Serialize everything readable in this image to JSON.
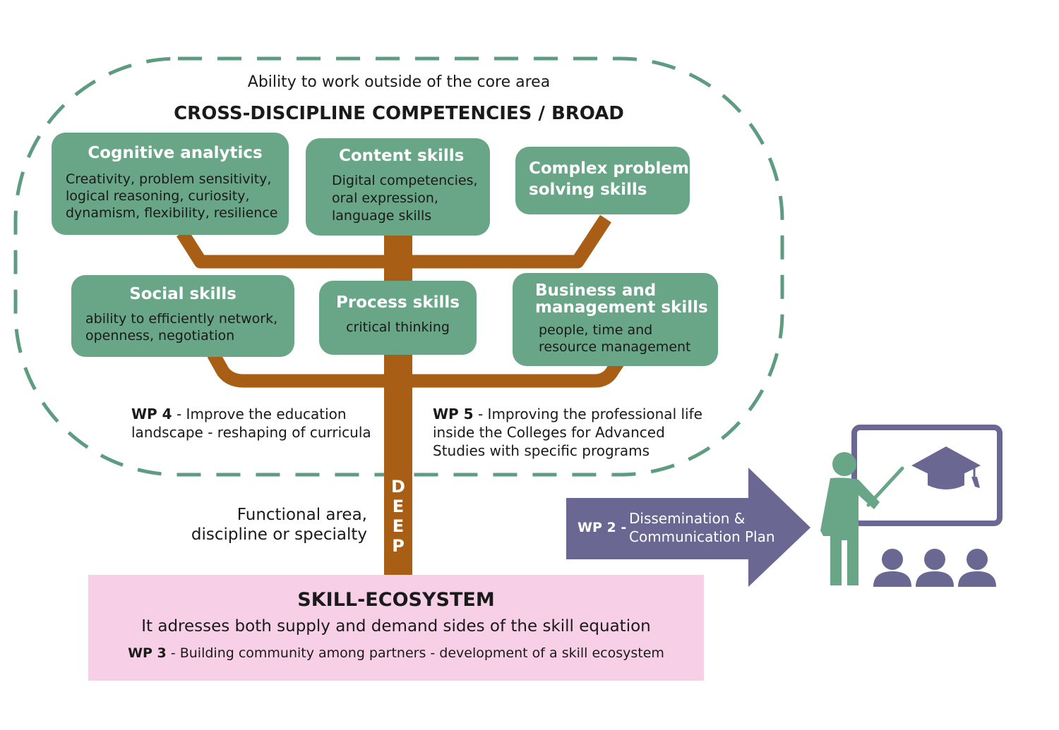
{
  "colors": {
    "box_green": "#68a687",
    "dash_green": "#5d9c80",
    "trunk_brown": "#a85e14",
    "ecosystem_pink": "#f7d0e8",
    "arrow_purple": "#6a6893",
    "figure_green": "#68a687"
  },
  "header": {
    "subtitle": "Ability to work outside of the core area",
    "title": "CROSS-DISCIPLINE COMPETENCIES / BROAD"
  },
  "boxes": {
    "cognitive": {
      "title": "Cognitive analytics",
      "desc": [
        "Creativity, problem sensitivity,",
        "logical reasoning, curiosity,",
        "dynamism, flexibility, resilience"
      ]
    },
    "content": {
      "title": "Content skills",
      "desc": [
        "Digital competencies,",
        "oral expression,",
        "language skills"
      ]
    },
    "complex": {
      "title_lines": [
        "Complex problem",
        "solving skills"
      ]
    },
    "social": {
      "title": "Social skills",
      "desc": [
        "ability to efficiently network,",
        "openness, negotiation"
      ]
    },
    "process": {
      "title": "Process skills",
      "desc": [
        "critical thinking"
      ]
    },
    "business": {
      "title_lines": [
        "Business and",
        "management skills"
      ],
      "desc": [
        "people, time and",
        "resource management"
      ]
    }
  },
  "wp4": {
    "label": "WP 4",
    "text_lines": [
      " - Improve the education",
      "landscape - reshaping of curricula"
    ]
  },
  "wp5": {
    "label": "WP 5",
    "text_lines": [
      " - Improving the professional life",
      "inside the Colleges for Advanced",
      "Studies with specific programs"
    ]
  },
  "deep_label": [
    "D",
    "E",
    "E",
    "P"
  ],
  "functional": [
    "Functional area,",
    "discipline or specialty"
  ],
  "wp2": {
    "label": "WP 2 -",
    "text_lines": [
      "Dissemination &",
      "Communication Plan"
    ]
  },
  "ecosystem": {
    "title": "SKILL-ECOSYSTEM",
    "subtitle": "It adresses both supply and demand sides of the skill equation",
    "wp3_label": "WP 3",
    "wp3_text": " - Building community among partners - development of a skill ecosystem"
  },
  "icons": [
    "graduation-cap-icon",
    "teacher-icon",
    "audience-person-icon"
  ]
}
